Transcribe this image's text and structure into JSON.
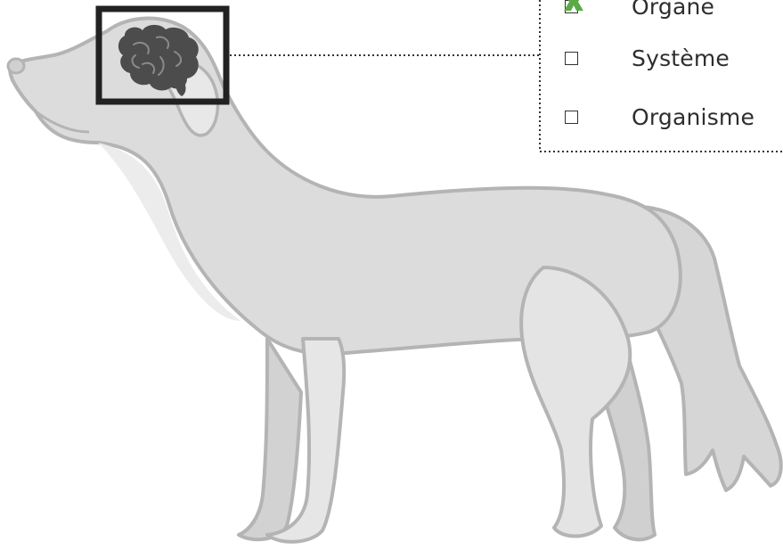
{
  "options": [
    {
      "label": "Organe",
      "checked": true
    },
    {
      "label": "Système",
      "checked": false
    },
    {
      "label": "Organisme",
      "checked": false
    }
  ],
  "colors": {
    "check_mark": "#5aaa46",
    "dog_body": "#dedede",
    "dog_outline": "#b4b4b4",
    "brain": "#4c4c4c",
    "focus_box": "#222222",
    "leader_line": "#333333"
  },
  "icons": {
    "check": "check-x-icon",
    "brain": "brain-icon"
  }
}
